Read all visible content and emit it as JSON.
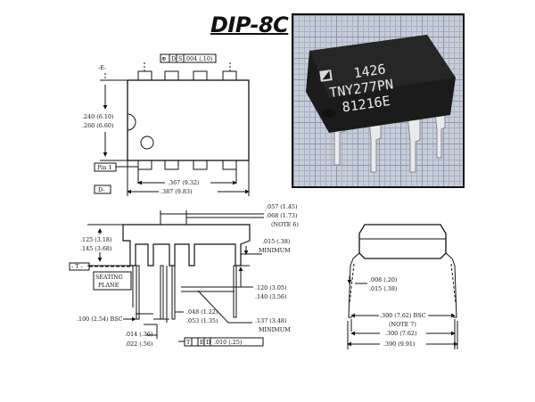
{
  "title": "DIP-8C",
  "photo": {
    "chip_lines": [
      "1426",
      "TNY277PN",
      "81216E"
    ],
    "logo": "power-integrations-logo"
  },
  "top_view": {
    "tol_box": [
      "⊕",
      "D",
      "S",
      ".004 (.10)"
    ],
    "datum_e": "-E-",
    "width_lbl": [
      ".240 (6.10)",
      ".260 (6.60)"
    ],
    "pin1": "Pin 1",
    "datum_d": "D-",
    "len_lbl": [
      ".367 (9.32)",
      ".387 (9.83)"
    ]
  },
  "side_view": {
    "top_lbl": [
      ".057 (1.45)",
      ".068 (1.73)",
      "(NOTE 6)"
    ],
    "height_lbl": [
      ".125 (3.18)",
      ".145 (3.68)"
    ],
    "standoff_lbl": [
      ".015 (.38)",
      "MINIMUM"
    ],
    "datum_t": "- T -",
    "seating": [
      "SEATING",
      "PLANE"
    ],
    "lead_lbl": [
      ".120 (3.05)",
      ".140 (3.56)"
    ],
    "bsc_lbl": ".100 (2.54) BSC",
    "shoulder_lbl": [
      ".048 (1.22)",
      ".053 (1.35)"
    ],
    "min_lbl": [
      ".137 (3.48)",
      "MINIMUM"
    ],
    "leadw_lbl": [
      ".014 (.36)",
      ".022 (.56)"
    ],
    "tol_box2": [
      "T",
      "E",
      "D",
      ".010 (.25)"
    ]
  },
  "end_view": {
    "thick_lbl": [
      ".008 (.20)",
      ".015 (.38)"
    ],
    "row_lbl": [
      ".300 (7.62) BSC",
      "(NOTE 7)"
    ],
    "spread_lbl": [
      ".300 (7.62)",
      ".390 (9.91)"
    ]
  }
}
